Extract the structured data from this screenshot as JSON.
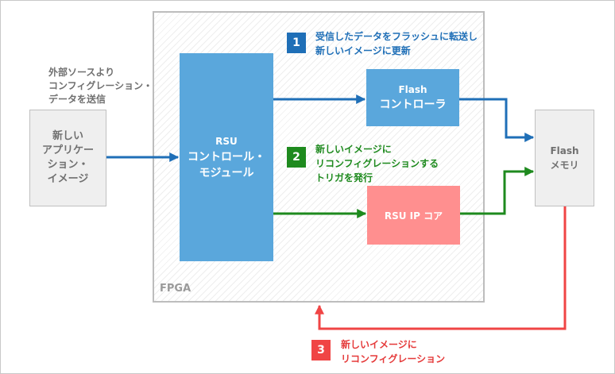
{
  "fpga_label": "FPGA",
  "new_app_box": {
    "lines": [
      "新しい",
      "アプリケー",
      "ション・",
      "イメージ"
    ]
  },
  "source_note": {
    "lines": [
      "外部ソースより",
      "コンフィグレーション・",
      "データを送信"
    ]
  },
  "rsu_module": {
    "line1": "RSU",
    "line2": "コントロール・",
    "line3": "モジュール"
  },
  "flash_controller": {
    "line1": "Flash",
    "line2": "コントローラ"
  },
  "rsu_ip": {
    "label": "RSU IP コア"
  },
  "flash_memory": {
    "line1": "Flash",
    "line2": "メモリ"
  },
  "steps": [
    {
      "number": "1",
      "lines": [
        "受信したデータをフラッシュに転送し",
        "新しいイメージに更新"
      ]
    },
    {
      "number": "2",
      "lines": [
        "新しいイメージに",
        "リコンフィグレーションする",
        "トリガを発行"
      ]
    },
    {
      "number": "3",
      "lines": [
        "新しいイメージに",
        "リコンフィグレーション"
      ]
    }
  ],
  "colors": {
    "blue": "#1f6fb7",
    "green": "#1e8a1e",
    "red": "#f04545",
    "module_blue": "#5aa7dc",
    "ip_pink": "#ff8f8f"
  }
}
